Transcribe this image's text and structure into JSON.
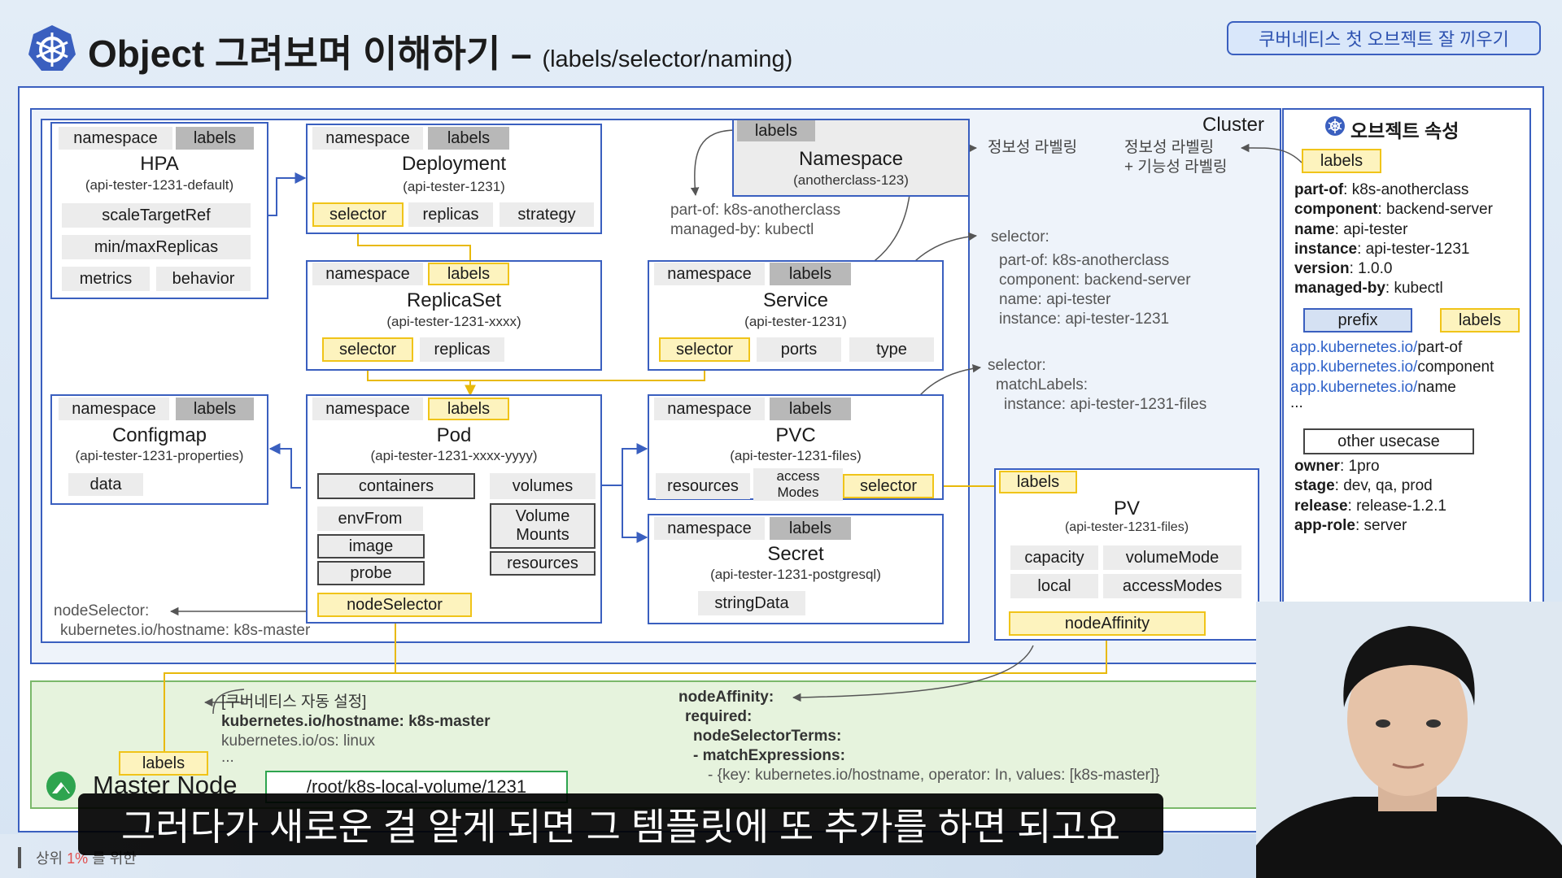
{
  "header": {
    "title": "Object 그려보며 이해하기 –",
    "subtitle": "(labels/selector/naming)",
    "badge": "쿠버네티스 첫 오브젝트 잘 끼우기"
  },
  "common": {
    "namespace": "namespace",
    "labels": "labels",
    "selector": "selector",
    "replicas": "replicas"
  },
  "cluster_label": "Cluster",
  "hpa": {
    "title": "HPA",
    "name": "(api-tester-1231-default)",
    "field1": "scaleTargetRef",
    "field2": "min/maxReplicas",
    "field3": "metrics",
    "field4": "behavior"
  },
  "deployment": {
    "title": "Deployment",
    "name": "(api-tester-1231)",
    "strategy": "strategy"
  },
  "namespace_obj": {
    "title": "Namespace",
    "name": "(anotherclass-123)"
  },
  "namespace_labels": [
    "part-of: k8s-anotherclass",
    "managed-by: kubectl"
  ],
  "info_label_1": "정보성 라벨링",
  "info_label_2a": "정보성 라벨링",
  "info_label_2b": "+ 기능성 라벨링",
  "replicaset": {
    "title": "ReplicaSet",
    "name": "(api-tester-1231-xxxx)"
  },
  "service": {
    "title": "Service",
    "name": "(api-tester-1231)",
    "ports": "ports",
    "type": "type"
  },
  "selector_block": {
    "head": "selector:",
    "lines": [
      "part-of: k8s-anotherclass",
      "component: backend-server",
      "name: api-tester",
      "instance: api-tester-1231"
    ]
  },
  "selector_block2": {
    "head": "selector:",
    "match": "matchLabels:",
    "inst": "instance: api-tester-1231-files"
  },
  "configmap": {
    "title": "Configmap",
    "name": "(api-tester-1231-properties)",
    "data": "data"
  },
  "pod": {
    "title": "Pod",
    "name": "(api-tester-1231-xxxx-yyyy)",
    "containers": "containers",
    "volumes": "volumes",
    "envFrom": "envFrom",
    "image": "image",
    "probe": "probe",
    "volumeMounts1": "Volume",
    "volumeMounts2": "Mounts",
    "resources": "resources",
    "nodeSelector": "nodeSelector"
  },
  "pvc": {
    "title": "PVC",
    "name": "(api-tester-1231-files)",
    "resources": "resources",
    "access1": "access",
    "access2": "Modes"
  },
  "secret": {
    "title": "Secret",
    "name": "(api-tester-1231-postgresql)",
    "stringData": "stringData"
  },
  "pv": {
    "title": "PV",
    "name": "(api-tester-1231-files)",
    "capacity": "capacity",
    "volumeMode": "volumeMode",
    "local": "local",
    "accessModes": "accessModes",
    "nodeAffinity": "nodeAffinity"
  },
  "node_selector_text": [
    "nodeSelector:",
    "kubernetes.io/hostname: k8s-master"
  ],
  "props": {
    "title": "오브젝트 속성",
    "labels_chip": "labels",
    "label_keys": [
      "part-of",
      "component",
      "name",
      "instance",
      "version",
      "managed-by"
    ],
    "label_vals": [
      ": k8s-anotherclass",
      ": backend-server",
      ": api-tester",
      ": api-tester-1231",
      ": 1.0.0",
      ": kubectl"
    ],
    "prefix": "prefix",
    "prefix_labels": "labels",
    "prefix_base": "app.kubernetes.io/",
    "prefix_names": [
      "part-of",
      "component",
      "name"
    ],
    "ellipsis": "...",
    "other": "other usecase",
    "other_keys": [
      "owner",
      "stage",
      "release",
      "app-role"
    ],
    "other_vals": [
      ": 1pro",
      ": dev, qa, prod",
      ": release-1.2.1",
      ": server"
    ]
  },
  "master": {
    "labels": "labels",
    "node": "Master Node",
    "path": "/root/k8s-local-volume/1231",
    "auto_head": "[쿠버네티스 자동 설정]",
    "auto_bold": "kubernetes.io/hostname: k8s-master",
    "auto_os": "kubernetes.io/os: linux",
    "auto_more": "...",
    "affinity": [
      "nodeAffinity:",
      "required:",
      "nodeSelectorTerms:",
      "- matchExpressions:",
      "- {key: kubernetes.io/hostname, operator: In, values: [k8s-master]}"
    ]
  },
  "subtitle_caption": "그러다가 새로운 걸 알게 되면 그 템플릿에 또 추가를 하면 되고요",
  "footer": {
    "prefix": "상위",
    "highlight": "1%",
    "rest": "를 위한"
  },
  "colors": {
    "box_border": "#3a5fbf",
    "label_yellow": "#fdf3be",
    "label_gray": "#b8b8b8",
    "master_bg": "#e6f3dd",
    "link": "#2f62c9"
  }
}
